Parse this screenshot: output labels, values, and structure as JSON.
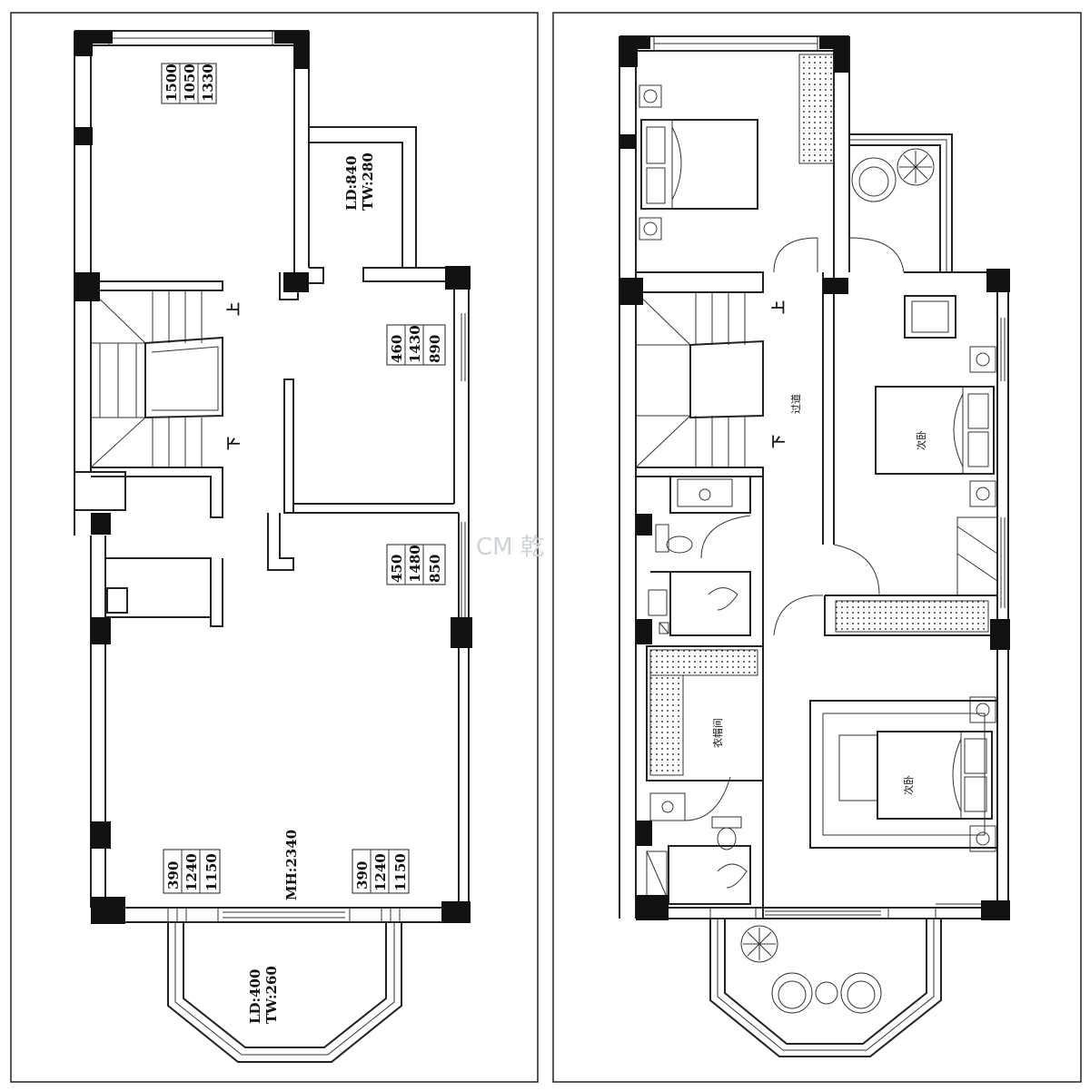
{
  "left_plan": {
    "window_labels": [
      [
        "1500",
        "1050",
        "1330"
      ],
      [
        "460",
        "1430",
        "890"
      ],
      [
        "450",
        "1480",
        "850"
      ],
      [
        "390",
        "1240",
        "1150"
      ],
      [
        "390",
        "1240",
        "1150"
      ]
    ],
    "void_label_1": "LD:840",
    "void_label_2": "TW:280",
    "bay_label_1": "LD:400",
    "bay_label_2": "TW:260",
    "door_label": "MH:2340",
    "stair_up": "上",
    "stair_down": "下"
  },
  "right_plan": {
    "stair_up": "上",
    "stair_down": "下",
    "corridor": "过道",
    "bedroom_1": "次卧",
    "bedroom_2": "次卧",
    "cloakroom": "衣帽间"
  },
  "watermark": "CM 乾"
}
